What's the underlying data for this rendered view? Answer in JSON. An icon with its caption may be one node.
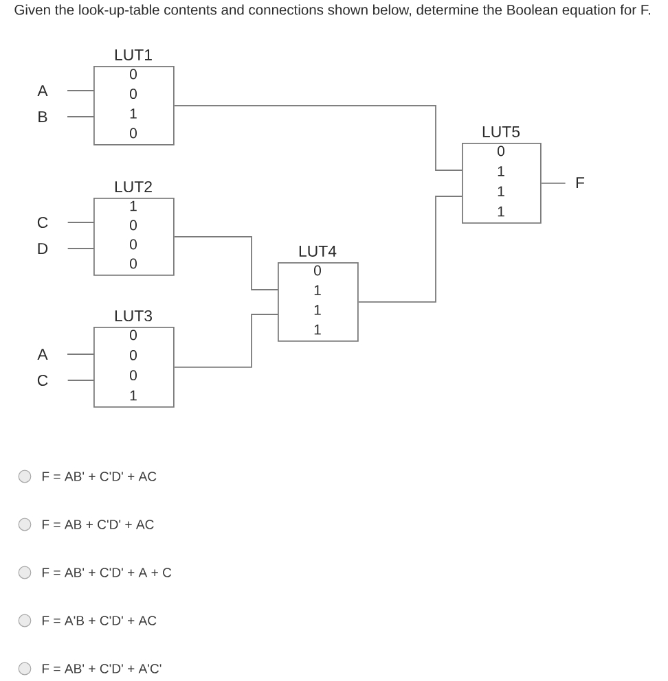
{
  "diagram": {
    "title": "Given the look-up-table contents and connections shown below, determine the Boolean equation for F.",
    "nodes": [
      {
        "text": [
          "A"
        ]
      },
      {
        "text": [
          "B"
        ]
      },
      {
        "text": [
          "LUT1",
          "0",
          "0",
          "1",
          "0"
        ]
      },
      {
        "text": [
          "C"
        ]
      },
      {
        "text": [
          "D"
        ]
      },
      {
        "text": [
          "LUT2",
          "1",
          "0",
          "0",
          "0"
        ]
      },
      {
        "text": [
          "A"
        ]
      },
      {
        "text": [
          "C"
        ]
      },
      {
        "text": [
          "LUT3",
          "0",
          "0",
          "0",
          "1"
        ]
      },
      {
        "text": [
          "LUT4",
          "0",
          "1",
          "1",
          "1"
        ]
      },
      {
        "text": [
          "LUT5",
          "0",
          "1",
          "1",
          "1"
        ]
      },
      {
        "text": [
          "F"
        ]
      }
    ],
    "edges": [
      {
        "from": 0,
        "to": 2,
        "arrow": "none"
      },
      {
        "from": 1,
        "to": 2,
        "arrow": "none"
      },
      {
        "from": 3,
        "to": 5,
        "arrow": "none"
      },
      {
        "from": 4,
        "to": 5,
        "arrow": "none"
      },
      {
        "from": 6,
        "to": 8,
        "arrow": "none"
      },
      {
        "from": 7,
        "to": 8,
        "arrow": "none"
      },
      {
        "from": 2,
        "to": 10,
        "arrow": "none"
      },
      {
        "from": 5,
        "to": 9,
        "arrow": "none"
      },
      {
        "from": 8,
        "to": 9,
        "arrow": "none"
      },
      {
        "from": 9,
        "to": 10,
        "arrow": "none"
      },
      {
        "from": 10,
        "to": 11,
        "arrow": "none"
      }
    ],
    "labels": [
      "F = AB' + C'D' + AC",
      "F = AB + C'D' + AC",
      "F = AB' + C'D' + A + C",
      "F = A'B + C'D' + AC",
      "F = AB' + C'D' + A'C'"
    ]
  }
}
